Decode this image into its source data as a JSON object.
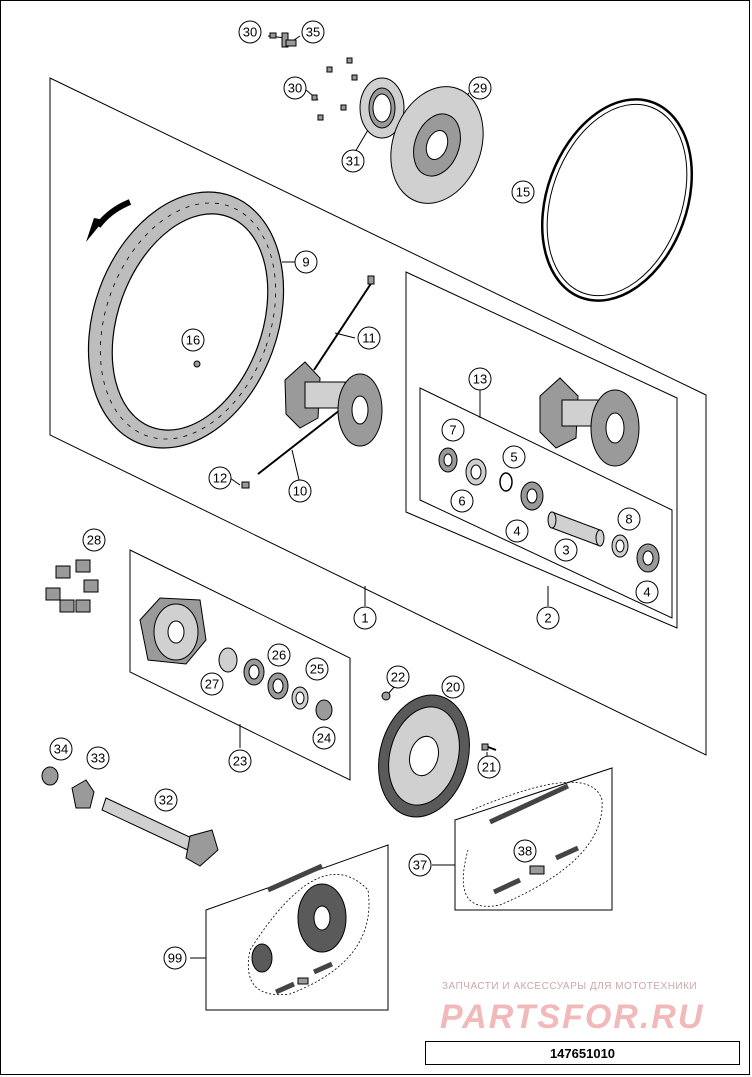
{
  "diagram": {
    "callouts": [
      {
        "id": "c30a",
        "label": "30"
      },
      {
        "id": "c35",
        "label": "35"
      },
      {
        "id": "c30b",
        "label": "30"
      },
      {
        "id": "c29",
        "label": "29"
      },
      {
        "id": "c31",
        "label": "31"
      },
      {
        "id": "c15",
        "label": "15"
      },
      {
        "id": "c9",
        "label": "9"
      },
      {
        "id": "c11",
        "label": "11"
      },
      {
        "id": "c16",
        "label": "16"
      },
      {
        "id": "c13",
        "label": "13"
      },
      {
        "id": "c7",
        "label": "7"
      },
      {
        "id": "c5",
        "label": "5"
      },
      {
        "id": "c12",
        "label": "12"
      },
      {
        "id": "c10",
        "label": "10"
      },
      {
        "id": "c6",
        "label": "6"
      },
      {
        "id": "c4a",
        "label": "4"
      },
      {
        "id": "c8",
        "label": "8"
      },
      {
        "id": "c3",
        "label": "3"
      },
      {
        "id": "c4b",
        "label": "4"
      },
      {
        "id": "c28",
        "label": "28"
      },
      {
        "id": "c1",
        "label": "1"
      },
      {
        "id": "c2",
        "label": "2"
      },
      {
        "id": "c26",
        "label": "26"
      },
      {
        "id": "c25",
        "label": "25"
      },
      {
        "id": "c27",
        "label": "27"
      },
      {
        "id": "c22",
        "label": "22"
      },
      {
        "id": "c20",
        "label": "20"
      },
      {
        "id": "c24",
        "label": "24"
      },
      {
        "id": "c23",
        "label": "23"
      },
      {
        "id": "c34",
        "label": "34"
      },
      {
        "id": "c33",
        "label": "33"
      },
      {
        "id": "c21",
        "label": "21"
      },
      {
        "id": "c32",
        "label": "32"
      },
      {
        "id": "c38",
        "label": "38"
      },
      {
        "id": "c37",
        "label": "37"
      },
      {
        "id": "c99",
        "label": "99"
      }
    ],
    "watermark": {
      "line1": "ЗАПЧАСТИ И АКСЕССУАРЫ ДЛЯ МОТОТЕХНИКИ",
      "line2": "PARTSFOR.RU"
    },
    "drawing_number": "147651010"
  }
}
